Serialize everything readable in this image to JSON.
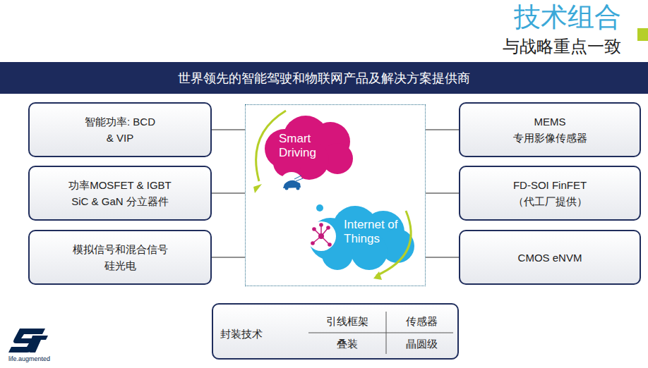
{
  "diagram": {
    "title": "技术组合",
    "nodes": [
      {
        "text": [
          "世界领先的智能驾驶和物联网产品及解决方案提供商"
        ]
      },
      {
        "text": [
          "智能功率: BCD & VIP"
        ]
      },
      {
        "text": []
      },
      {
        "text": [
          "Smart Driving"
        ],
        "in": 2
      },
      {
        "text": [
          "Internet of Things"
        ],
        "in": 2
      },
      {
        "text": [
          "MEMS 专用影像传感器"
        ]
      },
      {
        "text": [
          "功率MOSFET & IGBT SiC & GaN 分立器件"
        ]
      },
      {
        "text": [
          "FD-SOI FinFET（代工厂提供）"
        ]
      },
      {
        "text": [
          "模拟信号和混合信号 硅光电"
        ]
      },
      {
        "text": [
          "CMOS eNVM"
        ]
      },
      {
        "text": [
          "封装技术",
          "引线框架",
          "传感器",
          "叠装",
          "晶圆级"
        ]
      }
    ],
    "edges": [
      {
        "from": 1,
        "to": 2,
        "arrow": "none"
      },
      {
        "from": 5,
        "to": 2,
        "arrow": "none"
      },
      {
        "from": 6,
        "to": 2,
        "arrow": "none"
      },
      {
        "from": 7,
        "to": 2,
        "arrow": "none"
      },
      {
        "from": 8,
        "to": 2,
        "arrow": "none"
      },
      {
        "from": 9,
        "to": 2,
        "arrow": "none"
      }
    ],
    "labels": [
      "与战略重点一致",
      "life.augmented"
    ]
  }
}
